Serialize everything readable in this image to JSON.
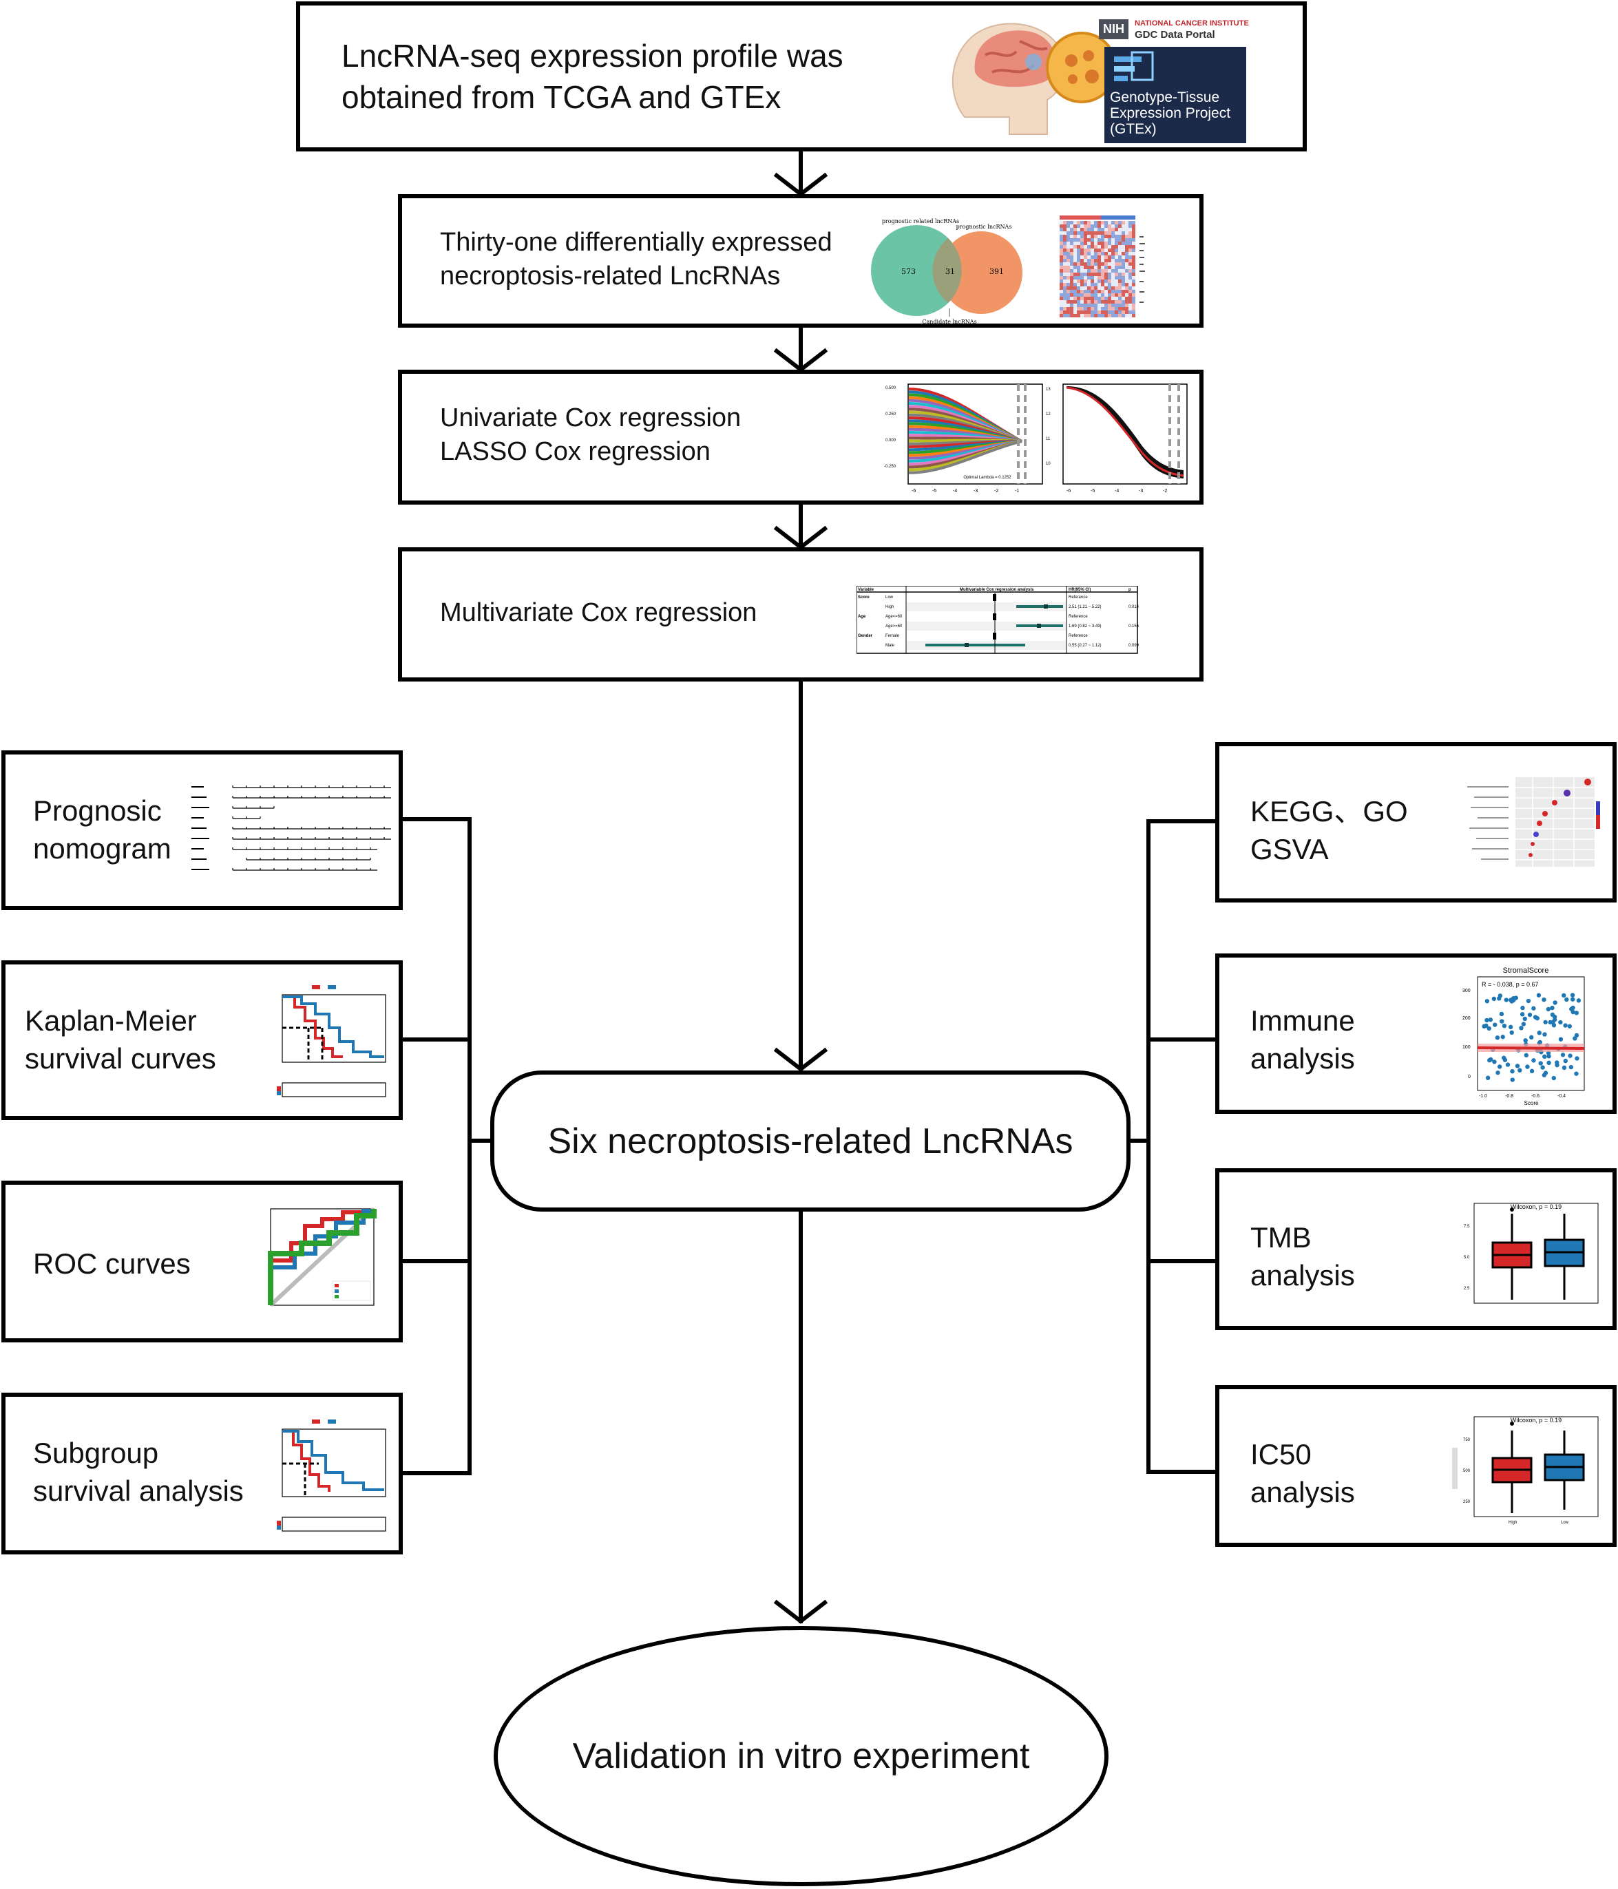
{
  "top_box": {
    "text": "LncRNA-seq  expression profile was\nobtained from TCGA and GTEx",
    "nih_badge": "NIH",
    "nci_line1": "NATIONAL CANCER INSTITUTE",
    "nci_line2": "GDC Data Portal",
    "gtex_text": "Genotype-Tissue\nExpression Project\n(GTEx)"
  },
  "steps": [
    {
      "text": "Thirty-one differentially expressed\nnecroptosis-related LncRNAs",
      "venn": {
        "left_label": "prognostic related lncRNAs",
        "right_label": "prognostic lncRNAs",
        "left_count": "573",
        "overlap_count": "31",
        "right_count": "391",
        "bottom_label": "Candidate lncRNAs"
      }
    },
    {
      "text": "Univariate Cox regression\nLASSO Cox regression",
      "lasso_caption": "Optimal Lambda = 0.1252"
    },
    {
      "text": "Multivariate Cox regression",
      "forest": {
        "headers": [
          "Variable",
          "Multivariable Cox regression analysis",
          "HR(95% CI)",
          "p"
        ],
        "rows": [
          [
            "Score",
            "Low",
            "Reference",
            ""
          ],
          [
            "",
            "High",
            "2.51 (1.21 ~ 5.22)",
            "0.014"
          ],
          [
            "Age",
            "Age<=60",
            "Reference",
            ""
          ],
          [
            "",
            "Age>=60",
            "1.69 (0.82 ~ 3.49)",
            "0.156"
          ],
          [
            "Gender",
            "Female",
            "Reference",
            ""
          ],
          [
            "",
            "Male",
            "0.55 (0.27 ~ 1.12)",
            "0.099"
          ]
        ]
      }
    }
  ],
  "left_boxes": [
    {
      "text": "Prognosic\nnomogram"
    },
    {
      "text": "Kaplan-Meier\nsurvival curves"
    },
    {
      "text": "ROC curves"
    },
    {
      "text": "Subgroup\nsurvival analysis"
    }
  ],
  "right_boxes": [
    {
      "text": "KEGG、GO\nGSVA"
    },
    {
      "text": "Immune\nanalysis",
      "plot_title": "StromalScore",
      "plot_stat": "R = - 0.038, p = 0.67",
      "plot_xlabel": "Score"
    },
    {
      "text": "TMB\nanalysis",
      "plot_stat": "Wilcoxon, p = 0.19"
    },
    {
      "text": "IC50\nanalysis",
      "plot_stat": "Wilcoxon, p = 0.19"
    }
  ],
  "center_node": {
    "text": "Six necroptosis-related LncRNAs"
  },
  "final_node": {
    "text": "Validation in vitro experiment"
  },
  "colors": {
    "red": "#d62728",
    "blue": "#1f77b4",
    "green": "#2ca02c",
    "teal": "#5fbf9f",
    "salmon": "#f08c5a"
  }
}
